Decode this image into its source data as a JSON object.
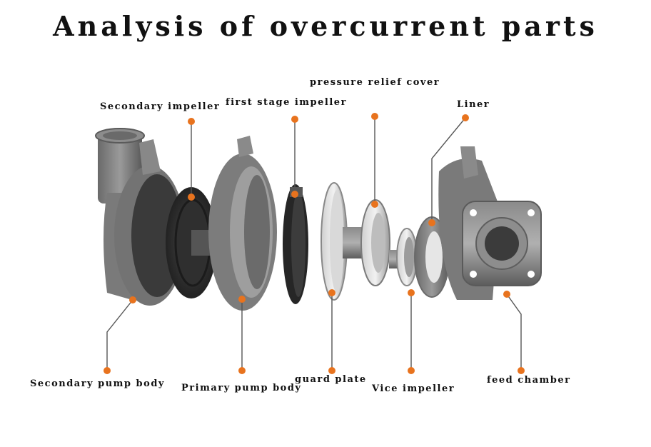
{
  "title": "Analysis of overcurrent parts",
  "labels": {
    "pressure_relief_cover": "pressure relief cover",
    "secondary_impeller": "Secondary impeller",
    "first_stage_impeller": "first stage impeller",
    "liner": "Liner",
    "secondary_pump_body": "Secondary pump body",
    "primary_pump_body": "Primary pump body",
    "guard_plate": "guard plate",
    "vice_impeller": "Vice impeller",
    "feed_chamber": "feed chamber"
  },
  "colors": {
    "marker": "#e8731e",
    "leader": "#555555",
    "metal_dark": "#5e5e5e",
    "metal_light": "#a8a8a8",
    "rubber": "#2a2a2a"
  }
}
